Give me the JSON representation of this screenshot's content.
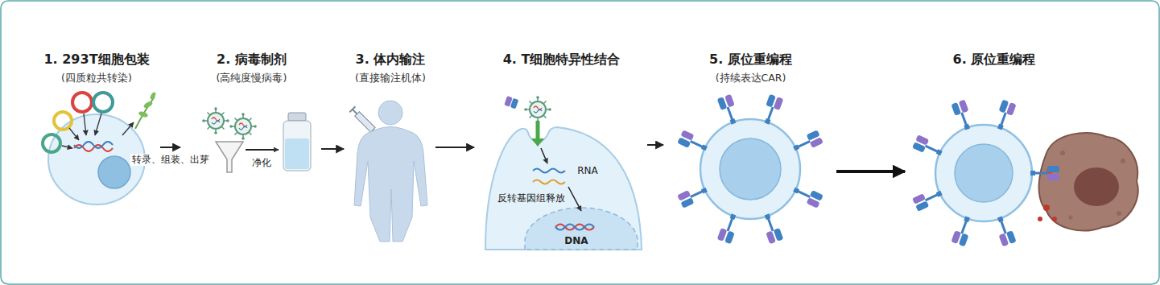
{
  "diagram": {
    "nodes": [
      {
        "text": [
          "1. 293T细胞包装",
          "(四质粒共转染)"
        ]
      },
      {
        "text": [
          "2. 病毒制剂",
          "(高纯度慢病毒)"
        ]
      },
      {
        "text": [
          "3. 体内输注",
          "(直接输注机体)"
        ]
      },
      {
        "text": [
          "4. T细胞特异性结合"
        ]
      },
      {
        "text": [
          "5. 原位重编程",
          "(持续表达CAR)"
        ]
      },
      {
        "text": [
          "6. 原位重编程"
        ]
      }
    ],
    "edges": [
      {
        "from": 0,
        "to": 1,
        "arrow": "to",
        "label": "转录、组装、出芽"
      },
      {
        "from": 1,
        "to": 2,
        "arrow": "to"
      },
      {
        "from": 2,
        "to": 3,
        "arrow": "to"
      },
      {
        "from": 3,
        "to": 4,
        "arrow": "to"
      },
      {
        "from": 4,
        "to": 5,
        "arrow": "to"
      }
    ],
    "labels": [
      "净化",
      "RNA",
      "反转基因组释放",
      "DNA"
    ]
  }
}
